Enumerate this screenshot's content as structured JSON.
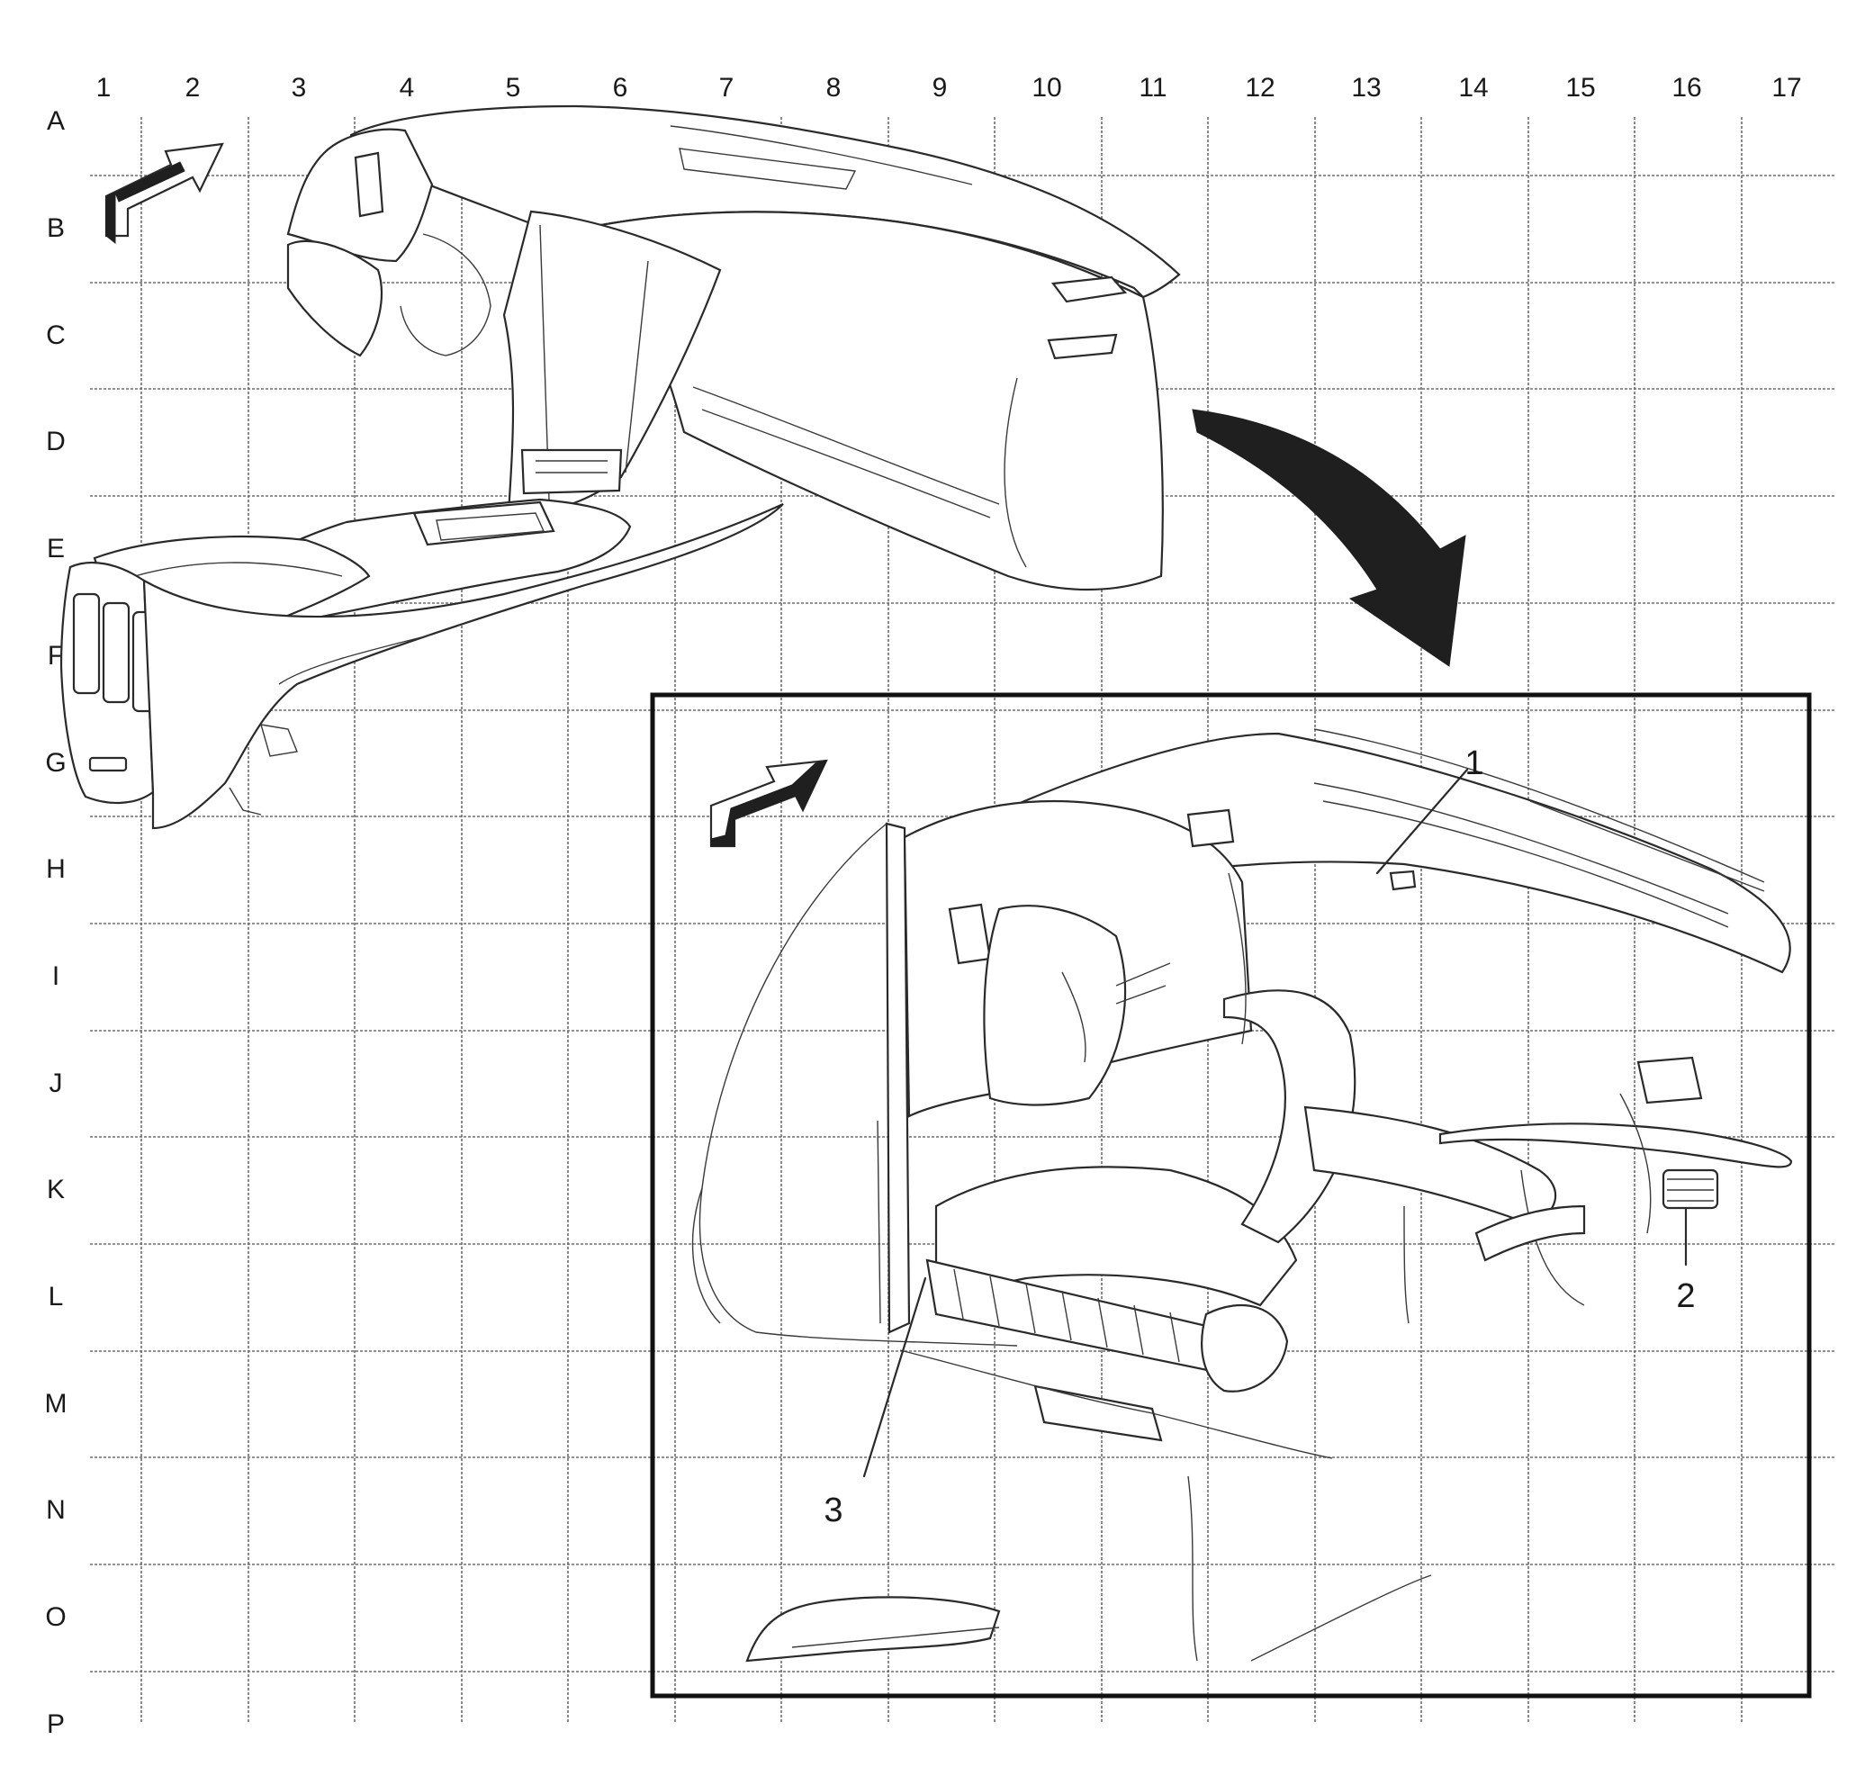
{
  "grid": {
    "columns": [
      "1",
      "2",
      "3",
      "4",
      "5",
      "6",
      "7",
      "8",
      "9",
      "10",
      "11",
      "12",
      "13",
      "14",
      "15",
      "16",
      "17"
    ],
    "rows": [
      "A",
      "B",
      "C",
      "D",
      "E",
      "F",
      "G",
      "H",
      "I",
      "J",
      "K",
      "L",
      "M",
      "N",
      "O",
      "P"
    ]
  },
  "callouts": [
    {
      "label": "1"
    },
    {
      "label": "2"
    },
    {
      "label": "3"
    }
  ],
  "icons": [
    "orientation-arrow-icon",
    "view-transition-arrow-icon"
  ]
}
